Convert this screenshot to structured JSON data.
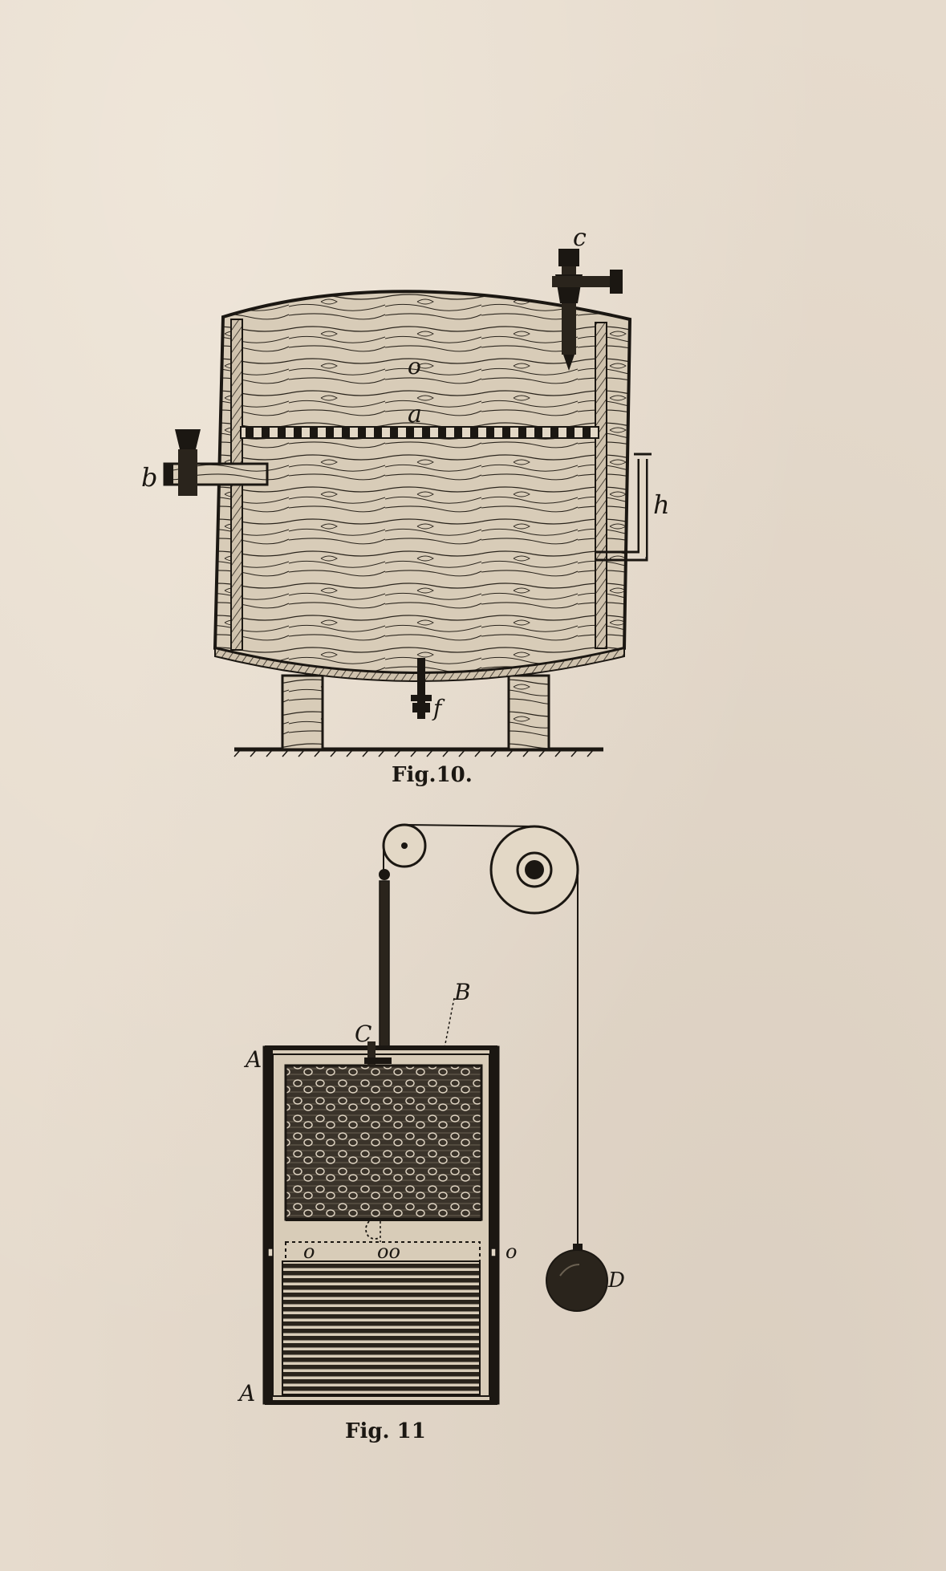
{
  "figures": [
    {
      "caption": "Fig.10.",
      "labels": {
        "c": "c",
        "o": "o",
        "a": "a",
        "b": "b",
        "h": "h",
        "f": "f"
      }
    },
    {
      "caption": "Fig. 11",
      "labels": {
        "A_top": "A",
        "A_bottom": "A",
        "B": "B",
        "C": "C",
        "D": "D",
        "o_left": "o",
        "oo": "oo",
        "o_right": "o"
      }
    }
  ]
}
